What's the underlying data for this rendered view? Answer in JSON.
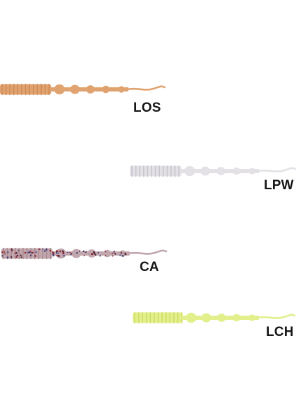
{
  "products": [
    {
      "code": "LOS",
      "color": "#e0a370",
      "rib_color": "#d08c58",
      "speckle": false
    },
    {
      "code": "LPW",
      "color": "#e3e1e6",
      "rib_color": "#c9c6cd",
      "speckle": false
    },
    {
      "code": "CA",
      "color": "#c1a7ad",
      "rib_color": "#ac8a92",
      "speckle": true,
      "speckle_colors": [
        "#8a2431",
        "#3b3f7a",
        "#5e2a3a"
      ]
    },
    {
      "code": "LCH",
      "color": "#e2ef8a",
      "rib_color": "#cfdf6a",
      "speckle": false
    }
  ]
}
